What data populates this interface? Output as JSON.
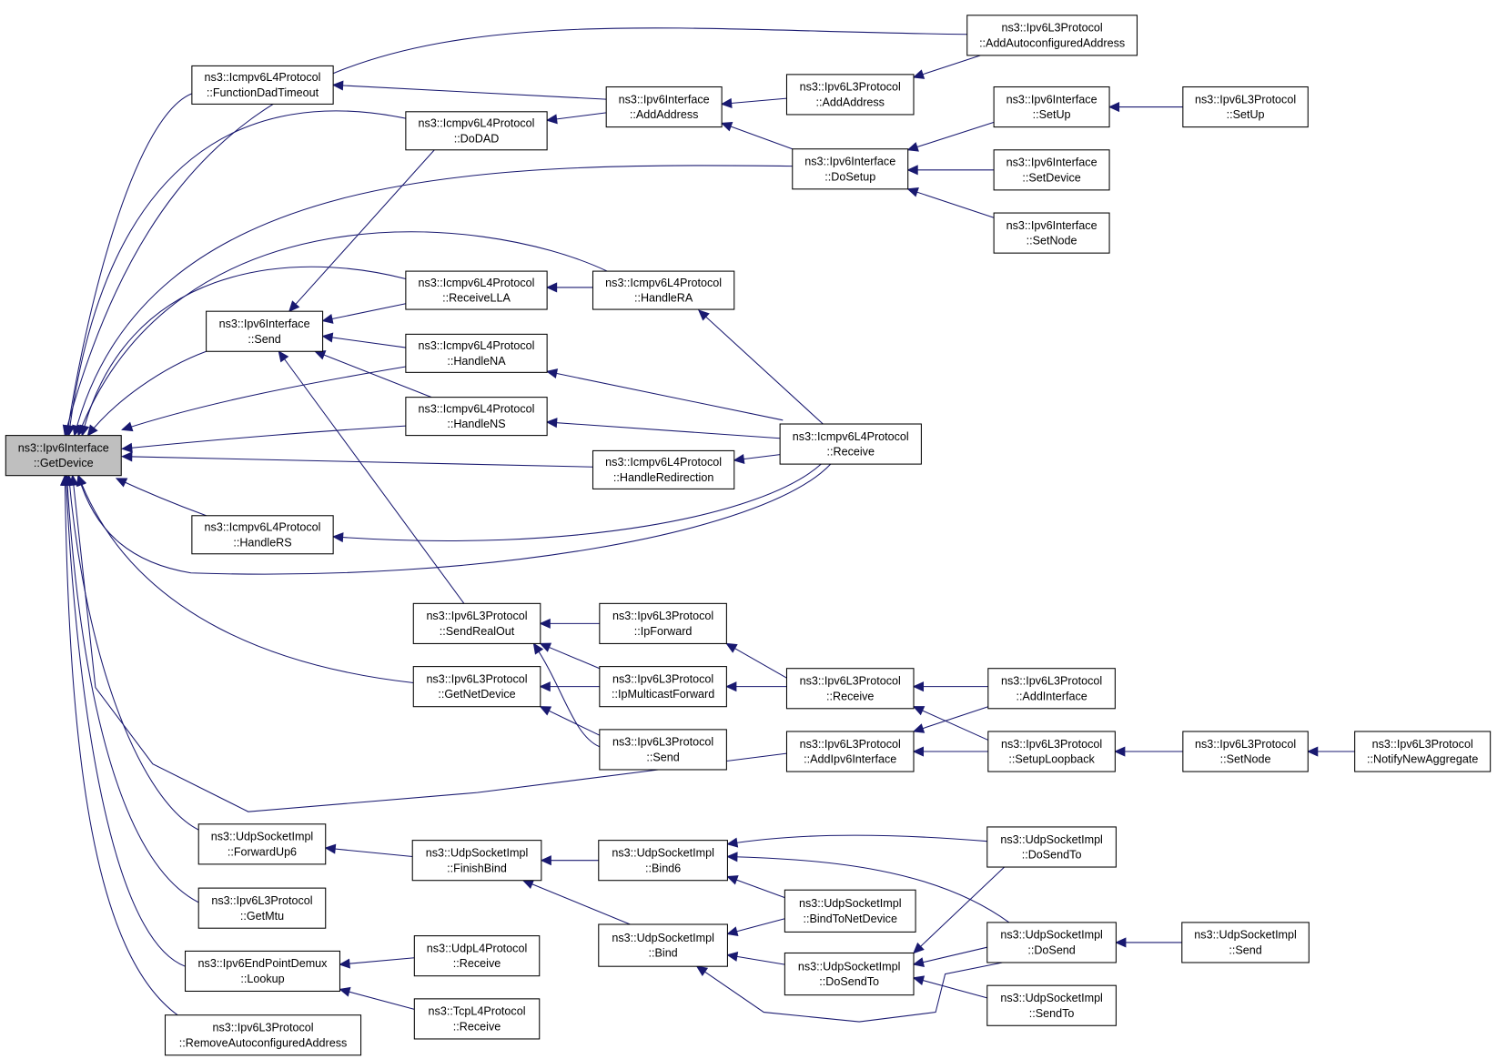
{
  "colors": {
    "edge": "#191970",
    "root_fill": "#bfbfbf",
    "node_fill": "#ffffff",
    "border": "#000000"
  },
  "root": "n_getdevice",
  "nodes": [
    {
      "id": "n_getdevice",
      "lines": [
        "ns3::Ipv6Interface",
        "::GetDevice"
      ],
      "root": true
    },
    {
      "id": "n_funcdad",
      "lines": [
        "ns3::Icmpv6L4Protocol",
        "::FunctionDadTimeout"
      ]
    },
    {
      "id": "n_dodad",
      "lines": [
        "ns3::Icmpv6L4Protocol",
        "::DoDAD"
      ]
    },
    {
      "id": "n_send",
      "lines": [
        "ns3::Ipv6Interface",
        "::Send"
      ]
    },
    {
      "id": "n_handlers",
      "lines": [
        "ns3::Icmpv6L4Protocol",
        "::HandleRS"
      ]
    },
    {
      "id": "n_forwardup6",
      "lines": [
        "ns3::UdpSocketImpl",
        "::ForwardUp6"
      ]
    },
    {
      "id": "n_getmtu",
      "lines": [
        "ns3::Ipv6L3Protocol",
        "::GetMtu"
      ]
    },
    {
      "id": "n_lookup",
      "lines": [
        "ns3::Ipv6EndPointDemux",
        "::Lookup"
      ]
    },
    {
      "id": "n_removeauto",
      "lines": [
        "ns3::Ipv6L3Protocol",
        "::RemoveAutoconfiguredAddress"
      ]
    },
    {
      "id": "n_receivella",
      "lines": [
        "ns3::Icmpv6L4Protocol",
        "::ReceiveLLA"
      ]
    },
    {
      "id": "n_handlena",
      "lines": [
        "ns3::Icmpv6L4Protocol",
        "::HandleNA"
      ]
    },
    {
      "id": "n_handlens",
      "lines": [
        "ns3::Icmpv6L4Protocol",
        "::HandleNS"
      ]
    },
    {
      "id": "n_sendrealout",
      "lines": [
        "ns3::Ipv6L3Protocol",
        "::SendRealOut"
      ]
    },
    {
      "id": "n_getnetdevice",
      "lines": [
        "ns3::Ipv6L3Protocol",
        "::GetNetDevice"
      ]
    },
    {
      "id": "n_finishbind",
      "lines": [
        "ns3::UdpSocketImpl",
        "::FinishBind"
      ]
    },
    {
      "id": "n_udpl4recv",
      "lines": [
        "ns3::UdpL4Protocol",
        "::Receive"
      ]
    },
    {
      "id": "n_tcpl4recv",
      "lines": [
        "ns3::TcpL4Protocol",
        "::Receive"
      ]
    },
    {
      "id": "n_ifaddaddress",
      "lines": [
        "ns3::Ipv6Interface",
        "::AddAddress"
      ]
    },
    {
      "id": "n_handlera",
      "lines": [
        "ns3::Icmpv6L4Protocol",
        "::HandleRA"
      ]
    },
    {
      "id": "n_handleredir",
      "lines": [
        "ns3::Icmpv6L4Protocol",
        "::HandleRedirection"
      ]
    },
    {
      "id": "n_ipforward",
      "lines": [
        "ns3::Ipv6L3Protocol",
        "::IpForward"
      ]
    },
    {
      "id": "n_ipmcastfwd",
      "lines": [
        "ns3::Ipv6L3Protocol",
        "::IpMulticastForward"
      ]
    },
    {
      "id": "n_l3send",
      "lines": [
        "ns3::Ipv6L3Protocol",
        "::Send"
      ]
    },
    {
      "id": "n_bind6",
      "lines": [
        "ns3::UdpSocketImpl",
        "::Bind6"
      ]
    },
    {
      "id": "n_bind",
      "lines": [
        "ns3::UdpSocketImpl",
        "::Bind"
      ]
    },
    {
      "id": "n_l3addaddress",
      "lines": [
        "ns3::Ipv6L3Protocol",
        "::AddAddress"
      ]
    },
    {
      "id": "n_dosetup",
      "lines": [
        "ns3::Ipv6Interface",
        "::DoSetup"
      ]
    },
    {
      "id": "n_icmprecv",
      "lines": [
        "ns3::Icmpv6L4Protocol",
        "::Receive"
      ]
    },
    {
      "id": "n_l3receive",
      "lines": [
        "ns3::Ipv6L3Protocol",
        "::Receive"
      ]
    },
    {
      "id": "n_addipv6if",
      "lines": [
        "ns3::Ipv6L3Protocol",
        "::AddIpv6Interface"
      ]
    },
    {
      "id": "n_bindtonetdev",
      "lines": [
        "ns3::UdpSocketImpl",
        "::BindToNetDevice"
      ]
    },
    {
      "id": "n_dosendto_mid",
      "lines": [
        "ns3::UdpSocketImpl",
        "::DoSendTo"
      ]
    },
    {
      "id": "n_addauto",
      "lines": [
        "ns3::Ipv6L3Protocol",
        "::AddAutoconfiguredAddress"
      ]
    },
    {
      "id": "n_ifsetup",
      "lines": [
        "ns3::Ipv6Interface",
        "::SetUp"
      ]
    },
    {
      "id": "n_ifsetdevice",
      "lines": [
        "ns3::Ipv6Interface",
        "::SetDevice"
      ]
    },
    {
      "id": "n_ifsetnode",
      "lines": [
        "ns3::Ipv6Interface",
        "::SetNode"
      ]
    },
    {
      "id": "n_addinterface",
      "lines": [
        "ns3::Ipv6L3Protocol",
        "::AddInterface"
      ]
    },
    {
      "id": "n_setuploopback",
      "lines": [
        "ns3::Ipv6L3Protocol",
        "::SetupLoopback"
      ]
    },
    {
      "id": "n_dosendto_right",
      "lines": [
        "ns3::UdpSocketImpl",
        "::DoSendTo"
      ]
    },
    {
      "id": "n_dosend",
      "lines": [
        "ns3::UdpSocketImpl",
        "::DoSend"
      ]
    },
    {
      "id": "n_sendto",
      "lines": [
        "ns3::UdpSocketImpl",
        "::SendTo"
      ]
    },
    {
      "id": "n_l3setup",
      "lines": [
        "ns3::Ipv6L3Protocol",
        "::SetUp"
      ]
    },
    {
      "id": "n_l3setnode",
      "lines": [
        "ns3::Ipv6L3Protocol",
        "::SetNode"
      ]
    },
    {
      "id": "n_udpsend",
      "lines": [
        "ns3::UdpSocketImpl",
        "::Send"
      ]
    },
    {
      "id": "n_notifynewagg",
      "lines": [
        "ns3::Ipv6L3Protocol",
        "::NotifyNewAggregate"
      ]
    }
  ],
  "edges": [
    {
      "from": "n_funcdad",
      "to": "n_getdevice"
    },
    {
      "from": "n_dodad",
      "to": "n_getdevice"
    },
    {
      "from": "n_send",
      "to": "n_getdevice"
    },
    {
      "from": "n_handlers",
      "to": "n_getdevice"
    },
    {
      "from": "n_forwardup6",
      "to": "n_getdevice"
    },
    {
      "from": "n_getmtu",
      "to": "n_getdevice"
    },
    {
      "from": "n_lookup",
      "to": "n_getdevice"
    },
    {
      "from": "n_removeauto",
      "to": "n_getdevice"
    },
    {
      "from": "n_addauto",
      "to": "n_getdevice"
    },
    {
      "from": "n_dosetup",
      "to": "n_getdevice"
    },
    {
      "from": "n_handlera",
      "to": "n_getdevice"
    },
    {
      "from": "n_receivella",
      "to": "n_getdevice"
    },
    {
      "from": "n_handlena",
      "to": "n_getdevice"
    },
    {
      "from": "n_handlens",
      "to": "n_getdevice"
    },
    {
      "from": "n_handleredir",
      "to": "n_getdevice"
    },
    {
      "from": "n_icmprecv",
      "to": "n_getdevice"
    },
    {
      "from": "n_getnetdevice",
      "to": "n_getdevice"
    },
    {
      "from": "n_addipv6if",
      "to": "n_getdevice"
    },
    {
      "from": "n_ifaddaddress",
      "to": "n_funcdad"
    },
    {
      "from": "n_ifaddaddress",
      "to": "n_dodad"
    },
    {
      "from": "n_l3addaddress",
      "to": "n_ifaddaddress"
    },
    {
      "from": "n_dosetup",
      "to": "n_ifaddaddress"
    },
    {
      "from": "n_addauto",
      "to": "n_l3addaddress"
    },
    {
      "from": "n_ifsetup",
      "to": "n_dosetup"
    },
    {
      "from": "n_ifsetdevice",
      "to": "n_dosetup"
    },
    {
      "from": "n_ifsetnode",
      "to": "n_dosetup"
    },
    {
      "from": "n_l3setup",
      "to": "n_ifsetup"
    },
    {
      "from": "n_dodad",
      "to": "n_send"
    },
    {
      "from": "n_receivella",
      "to": "n_send"
    },
    {
      "from": "n_handlena",
      "to": "n_send"
    },
    {
      "from": "n_handlens",
      "to": "n_send"
    },
    {
      "from": "n_sendrealout",
      "to": "n_send"
    },
    {
      "from": "n_handlera",
      "to": "n_receivella"
    },
    {
      "from": "n_icmprecv",
      "to": "n_handlera"
    },
    {
      "from": "n_icmprecv",
      "to": "n_handlena"
    },
    {
      "from": "n_icmprecv",
      "to": "n_handlens"
    },
    {
      "from": "n_icmprecv",
      "to": "n_handleredir"
    },
    {
      "from": "n_icmprecv",
      "to": "n_handlers"
    },
    {
      "from": "n_ipforward",
      "to": "n_sendrealout"
    },
    {
      "from": "n_ipmcastfwd",
      "to": "n_sendrealout"
    },
    {
      "from": "n_l3send",
      "to": "n_sendrealout"
    },
    {
      "from": "n_ipmcastfwd",
      "to": "n_getnetdevice"
    },
    {
      "from": "n_l3send",
      "to": "n_getnetdevice"
    },
    {
      "from": "n_l3receive",
      "to": "n_ipforward"
    },
    {
      "from": "n_l3receive",
      "to": "n_ipmcastfwd"
    },
    {
      "from": "n_addinterface",
      "to": "n_l3receive"
    },
    {
      "from": "n_setuploopback",
      "to": "n_l3receive"
    },
    {
      "from": "n_addinterface",
      "to": "n_addipv6if"
    },
    {
      "from": "n_setuploopback",
      "to": "n_addipv6if"
    },
    {
      "from": "n_l3setnode",
      "to": "n_setuploopback"
    },
    {
      "from": "n_notifynewagg",
      "to": "n_l3setnode"
    },
    {
      "from": "n_finishbind",
      "to": "n_forwardup6"
    },
    {
      "from": "n_bind6",
      "to": "n_finishbind"
    },
    {
      "from": "n_bind",
      "to": "n_finishbind"
    },
    {
      "from": "n_dosendto_right",
      "to": "n_bind6"
    },
    {
      "from": "n_dosend",
      "to": "n_bind6"
    },
    {
      "from": "n_bindtonetdev",
      "to": "n_bind6"
    },
    {
      "from": "n_bindtonetdev",
      "to": "n_bind"
    },
    {
      "from": "n_dosendto_mid",
      "to": "n_bind"
    },
    {
      "from": "n_dosend",
      "to": "n_bind"
    },
    {
      "from": "n_dosendto_right",
      "to": "n_dosendto_mid"
    },
    {
      "from": "n_dosend",
      "to": "n_dosendto_mid"
    },
    {
      "from": "n_sendto",
      "to": "n_dosendto_mid"
    },
    {
      "from": "n_udpsend",
      "to": "n_dosend"
    },
    {
      "from": "n_udpl4recv",
      "to": "n_lookup"
    },
    {
      "from": "n_tcpl4recv",
      "to": "n_lookup"
    }
  ]
}
